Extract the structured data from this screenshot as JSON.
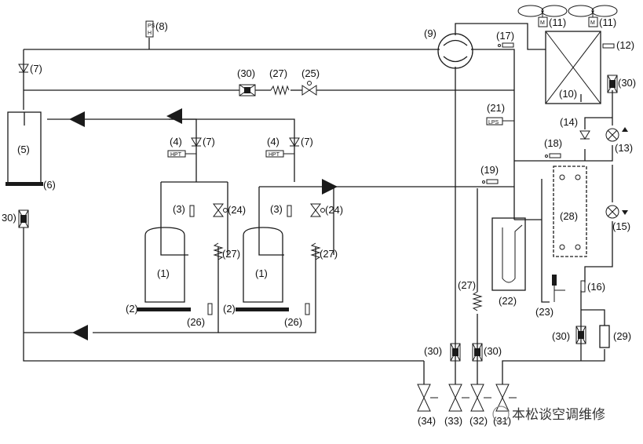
{
  "labels": {
    "compressor": "(1)",
    "crankcase_heater": "(2)",
    "discharge_temp_sensor": "(3)",
    "high_pressure_switch": "(4)",
    "oil_separator": "(5)",
    "oil_separator_heater": "(6)",
    "check_valve": "(7)",
    "pressure_sensor": "(8)",
    "four_way_valve": "(9)",
    "heat_exchanger": "(10)",
    "fan_motor": "(11)",
    "outdoor_temp_sensor": "(12)",
    "expansion_valve_a": "(13)",
    "check_valve_14": "(14)",
    "expansion_valve_b": "(15)",
    "temp_sensor_16": "(16)",
    "temp_sensor_17": "(17)",
    "temp_sensor_18": "(18)",
    "temp_sensor_19": "(19)",
    "low_pressure_switch": "(21)",
    "gas_liquid_separator": "(22)",
    "solenoid_23": "(23)",
    "solenoid_24": "(24)",
    "solenoid_25": "(25)",
    "capillary_26": "(26)",
    "capillary": "(27)",
    "plate_hx": "(28)",
    "component_29": "(29)",
    "filter": "(30)",
    "partial_30": "30)",
    "valve_31": "(31)",
    "valve_32": "(32)",
    "valve_33": "(33)",
    "valve_34": "(34)"
  },
  "tags": {
    "hpt": "HPT",
    "lps": "LPS",
    "motor": "M",
    "ps": "PS",
    "sensor_h": "H"
  },
  "watermark": "本松谈空调维修"
}
